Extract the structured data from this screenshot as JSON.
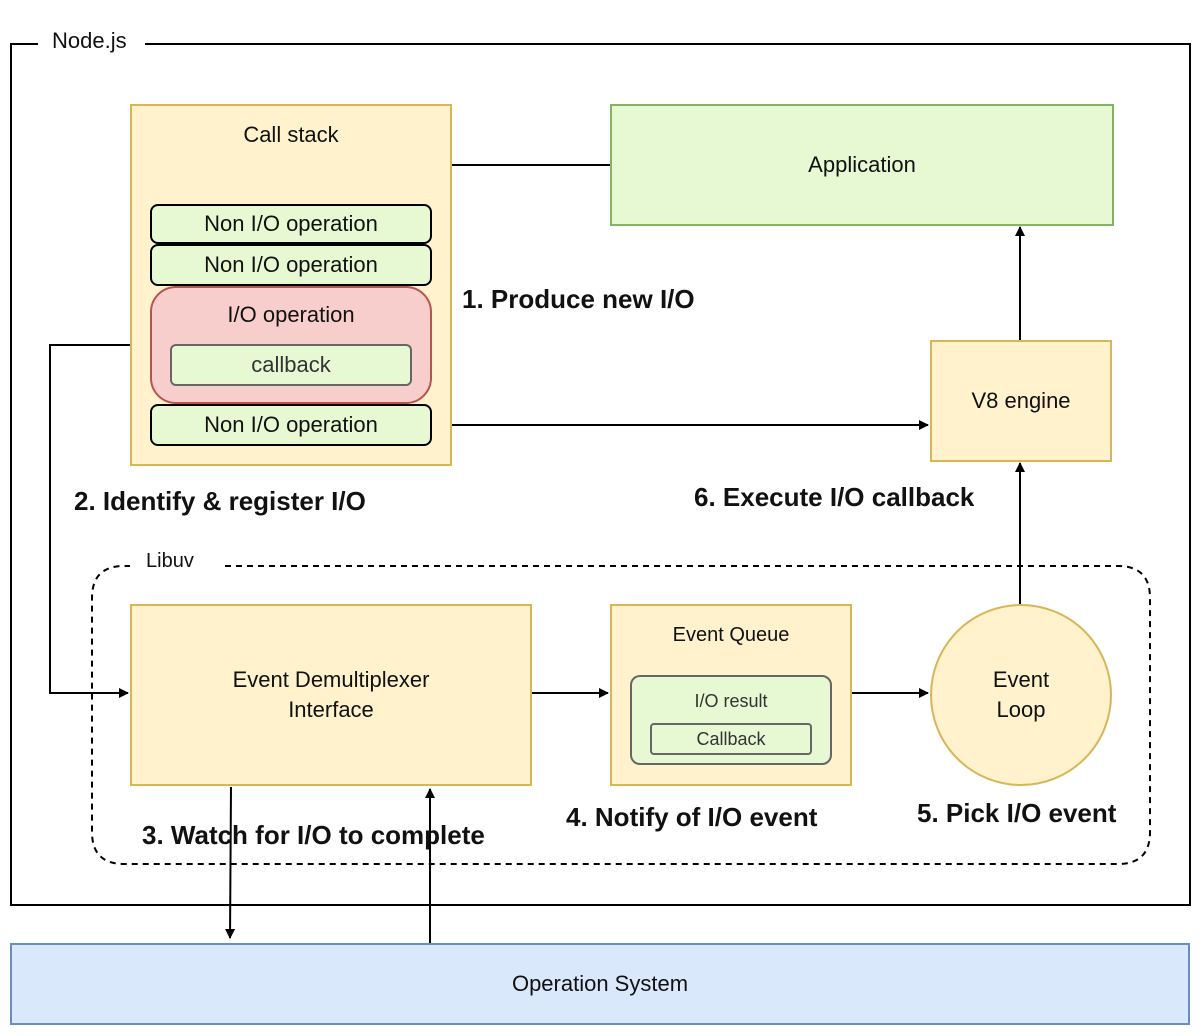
{
  "nodejs": {
    "title": "Node.js"
  },
  "call_stack": {
    "title": "Call stack",
    "op1": "Non I/O operation",
    "op2": "Non I/O operation",
    "io_op": "I/O operation",
    "callback": "callback",
    "op3": "Non I/O operation"
  },
  "application": {
    "label": "Application"
  },
  "v8": {
    "label": "V8 engine"
  },
  "libuv": {
    "title": "Libuv",
    "demux_line1": "Event Demultiplexer",
    "demux_line2": "Interface",
    "queue_title": "Event Queue",
    "io_result": "I/O result",
    "callback": "Callback",
    "loop_line1": "Event",
    "loop_line2": "Loop"
  },
  "os": {
    "label": "Operation System"
  },
  "steps": {
    "s1": "1. Produce new I/O",
    "s2": "2. Identify & register I/O",
    "s3": "3. Watch for I/O to complete",
    "s4": "4. Notify of I/O event",
    "s5": "5. Pick I/O event",
    "s6": "6. Execute I/O callback"
  }
}
